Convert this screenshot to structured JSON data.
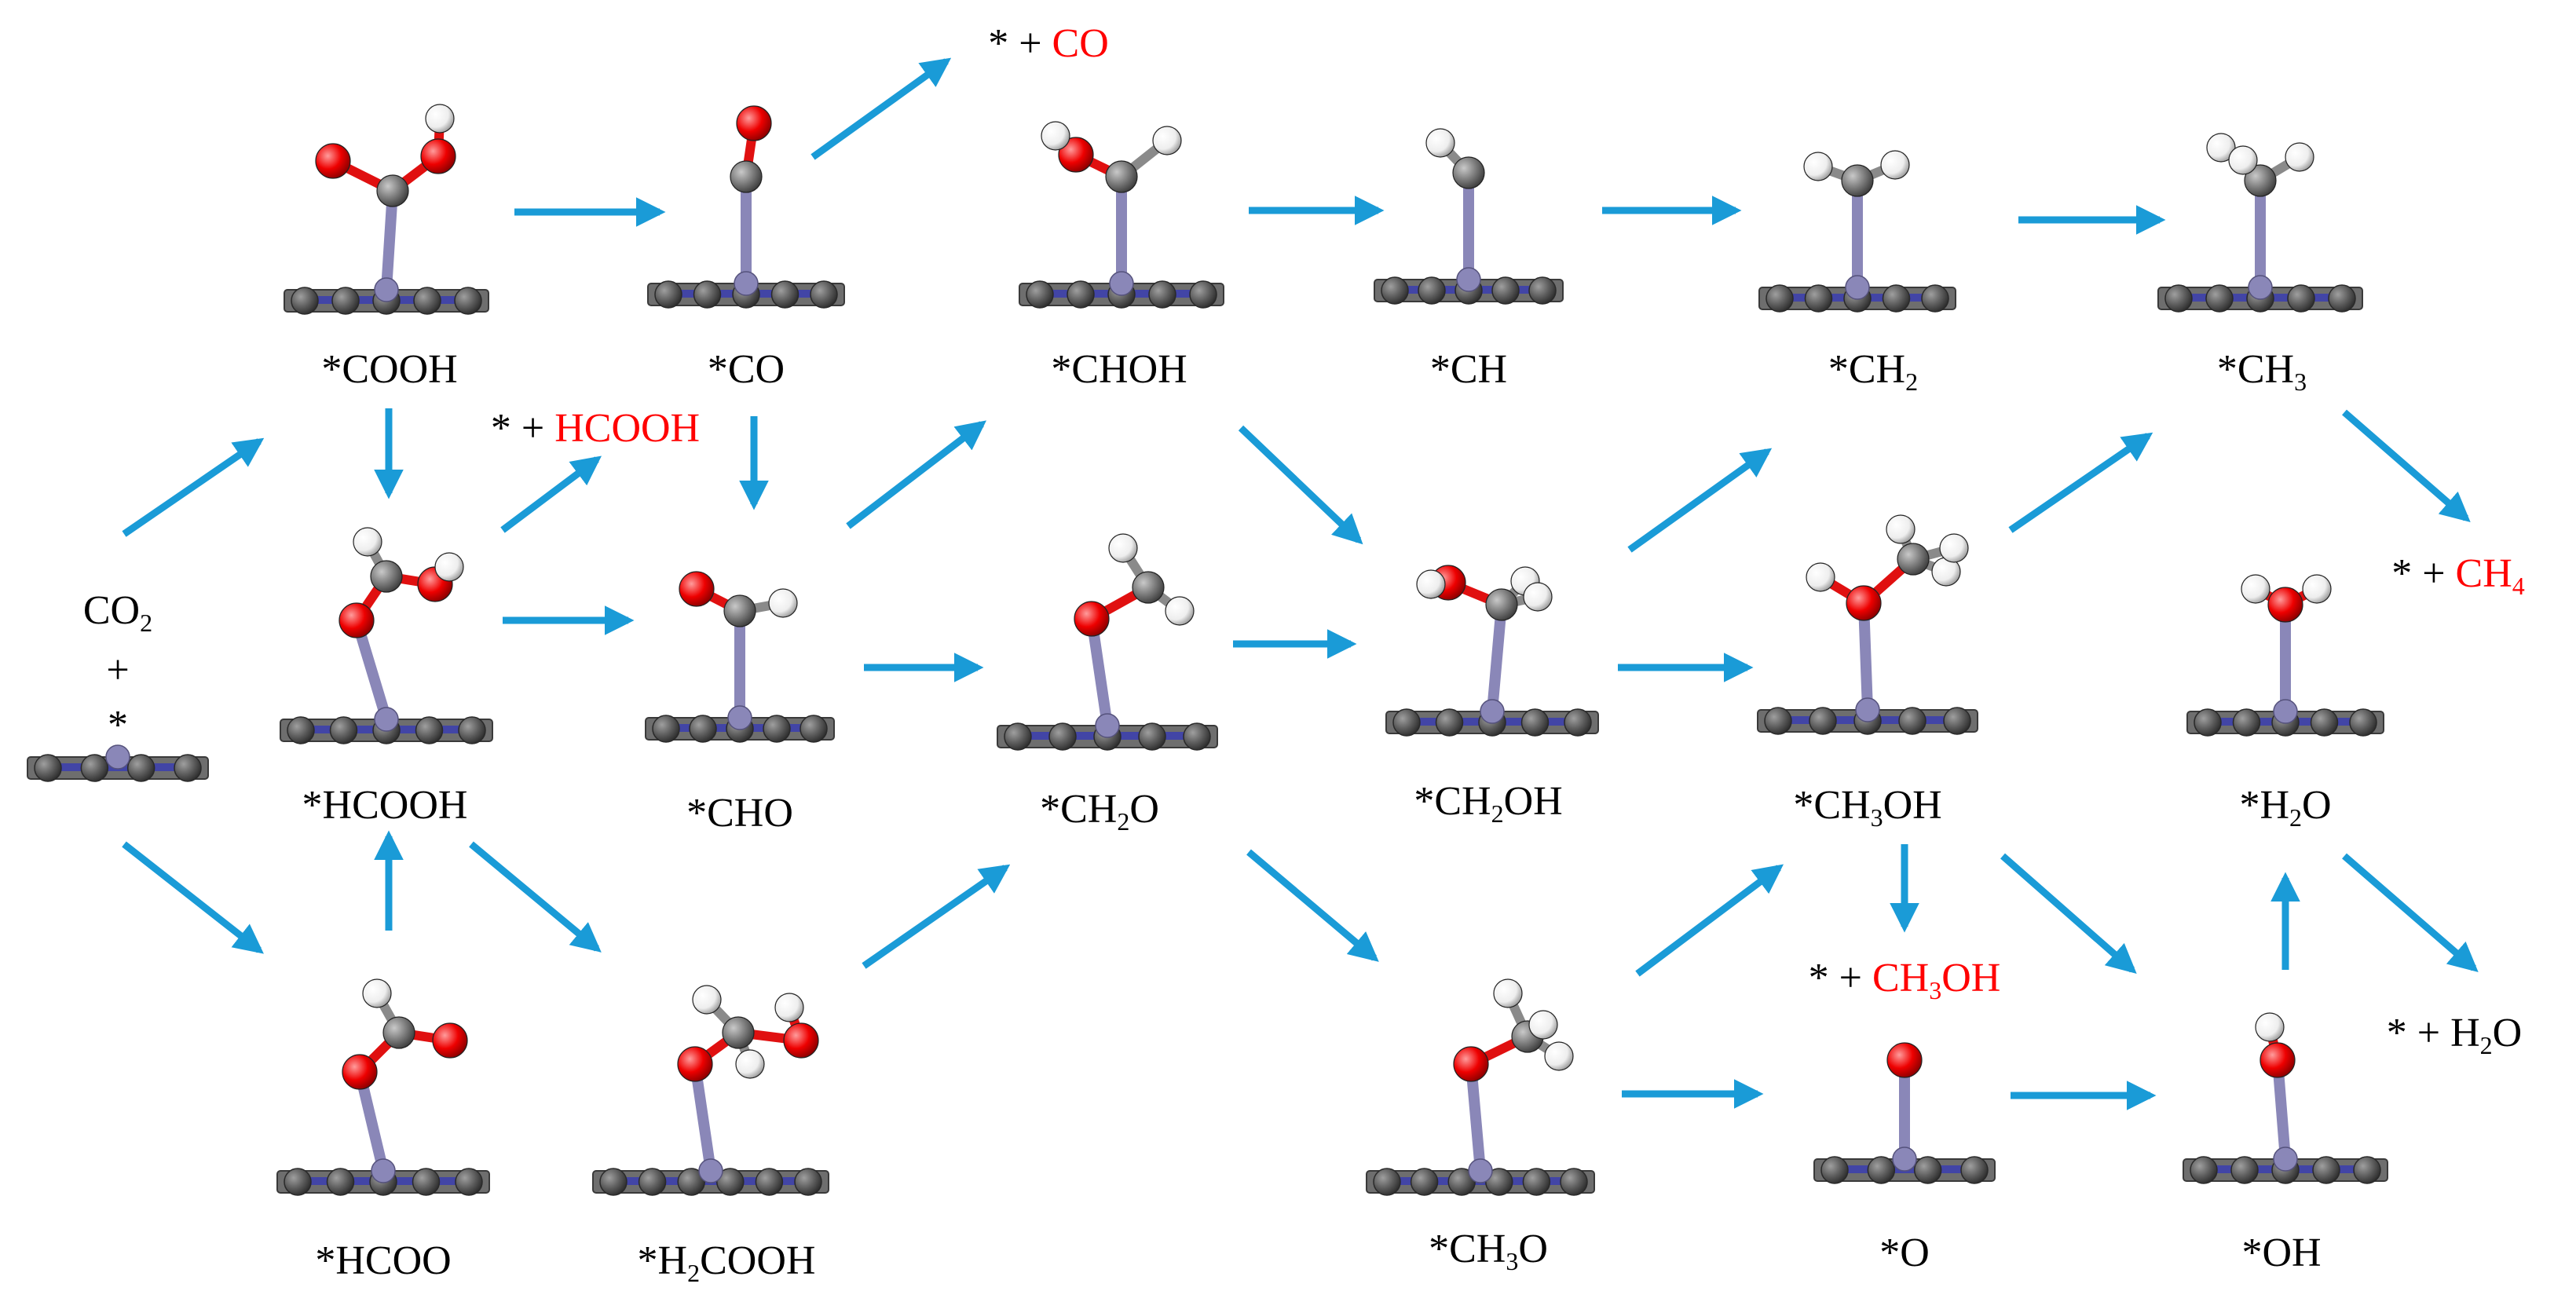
{
  "colors": {
    "arrow": "#1a9bd7",
    "carbon": "#7b7b7b",
    "oxygen": "#ff0000",
    "hydrogen": "#f2f2f2",
    "metal": "#8a87b8",
    "nitrogen": "#1f24d6",
    "text": "#000000",
    "product_text": "#ff0000"
  },
  "reactant": {
    "co2_prefix": "CO",
    "co2_sub": "2",
    "plus": "+",
    "star": "*"
  },
  "intermediates": {
    "cooh": "*COOH",
    "co": "*CO",
    "choh": "*CHOH",
    "ch": "*CH",
    "ch2_prefix": "*CH",
    "ch2_sub": "2",
    "ch3_prefix": "*CH",
    "ch3_sub": "3",
    "hcooh": "*HCOOH",
    "cho": "*CHO",
    "ch2o_prefix": "*CH",
    "ch2o_sub": "2",
    "ch2o_suffix": "O",
    "ch2oh_prefix": "*CH",
    "ch2oh_sub": "2",
    "ch2oh_suffix": "OH",
    "ch3oh_prefix": "*CH",
    "ch3oh_sub": "3",
    "ch3oh_suffix": "OH",
    "h2o_prefix": "*H",
    "h2o_sub": "2",
    "h2o_suffix": "O",
    "hcoo": "*HCOO",
    "h2cooh_prefix": "*H",
    "h2cooh_sub": "2",
    "h2cooh_suffix": "COOH",
    "ch3o_prefix": "*CH",
    "ch3o_sub": "3",
    "ch3o_suffix": "O",
    "o": "*O",
    "oh": "*OH"
  },
  "products": {
    "star_plus": "* + ",
    "co": "CO",
    "hcooh": "HCOOH",
    "ch4_prefix": "CH",
    "ch4_sub": "4",
    "ch3oh_prefix": "CH",
    "ch3oh_sub": "3",
    "ch3oh_suffix": "OH",
    "h2o_prefix": "H",
    "h2o_sub": "2",
    "h2o_suffix": "O"
  }
}
